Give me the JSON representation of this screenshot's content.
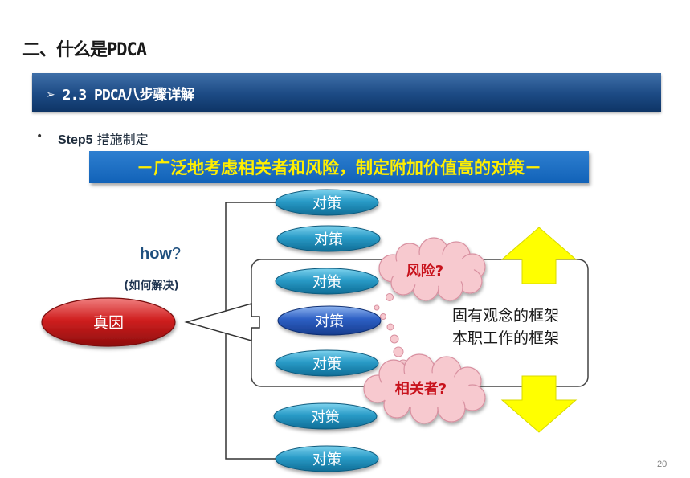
{
  "header": {
    "title": "二、什么是PDCA"
  },
  "section": {
    "label": "➢ 2.3 PDCA八步骤详解"
  },
  "step": {
    "bullet": "•",
    "step_name": "Step5",
    "step_desc": "措施制定"
  },
  "banner": {
    "text": "－广泛地考虑相关者和风险，制定附加价值高的对策－"
  },
  "how": {
    "label": "how",
    "mark": "?",
    "sub": "(如何解决)"
  },
  "root_cause": {
    "label": "真因"
  },
  "measures": [
    {
      "label": "对策"
    },
    {
      "label": "对策"
    },
    {
      "label": "对策"
    },
    {
      "label": "对策"
    },
    {
      "label": "对策"
    },
    {
      "label": "对策"
    },
    {
      "label": "对策"
    }
  ],
  "clouds": {
    "risk": "风险?",
    "stakeholders": "相关者?"
  },
  "frame": {
    "line1": "固有观念的框架",
    "line2": "本职工作的框架"
  },
  "footer": {
    "page_number": "20"
  },
  "colors": {
    "bar_dark": "#0e3566",
    "banner_blue": "#1a6cc4",
    "banner_text": "#ffee00",
    "measure_teal": "#1f8fb8",
    "measure_selected": "#1f4aa8",
    "root_red": "#c81a1a",
    "cloud_pink": "#f7c9cf",
    "cloud_text": "#c8121c",
    "arrow_yellow": "#ffff00"
  }
}
